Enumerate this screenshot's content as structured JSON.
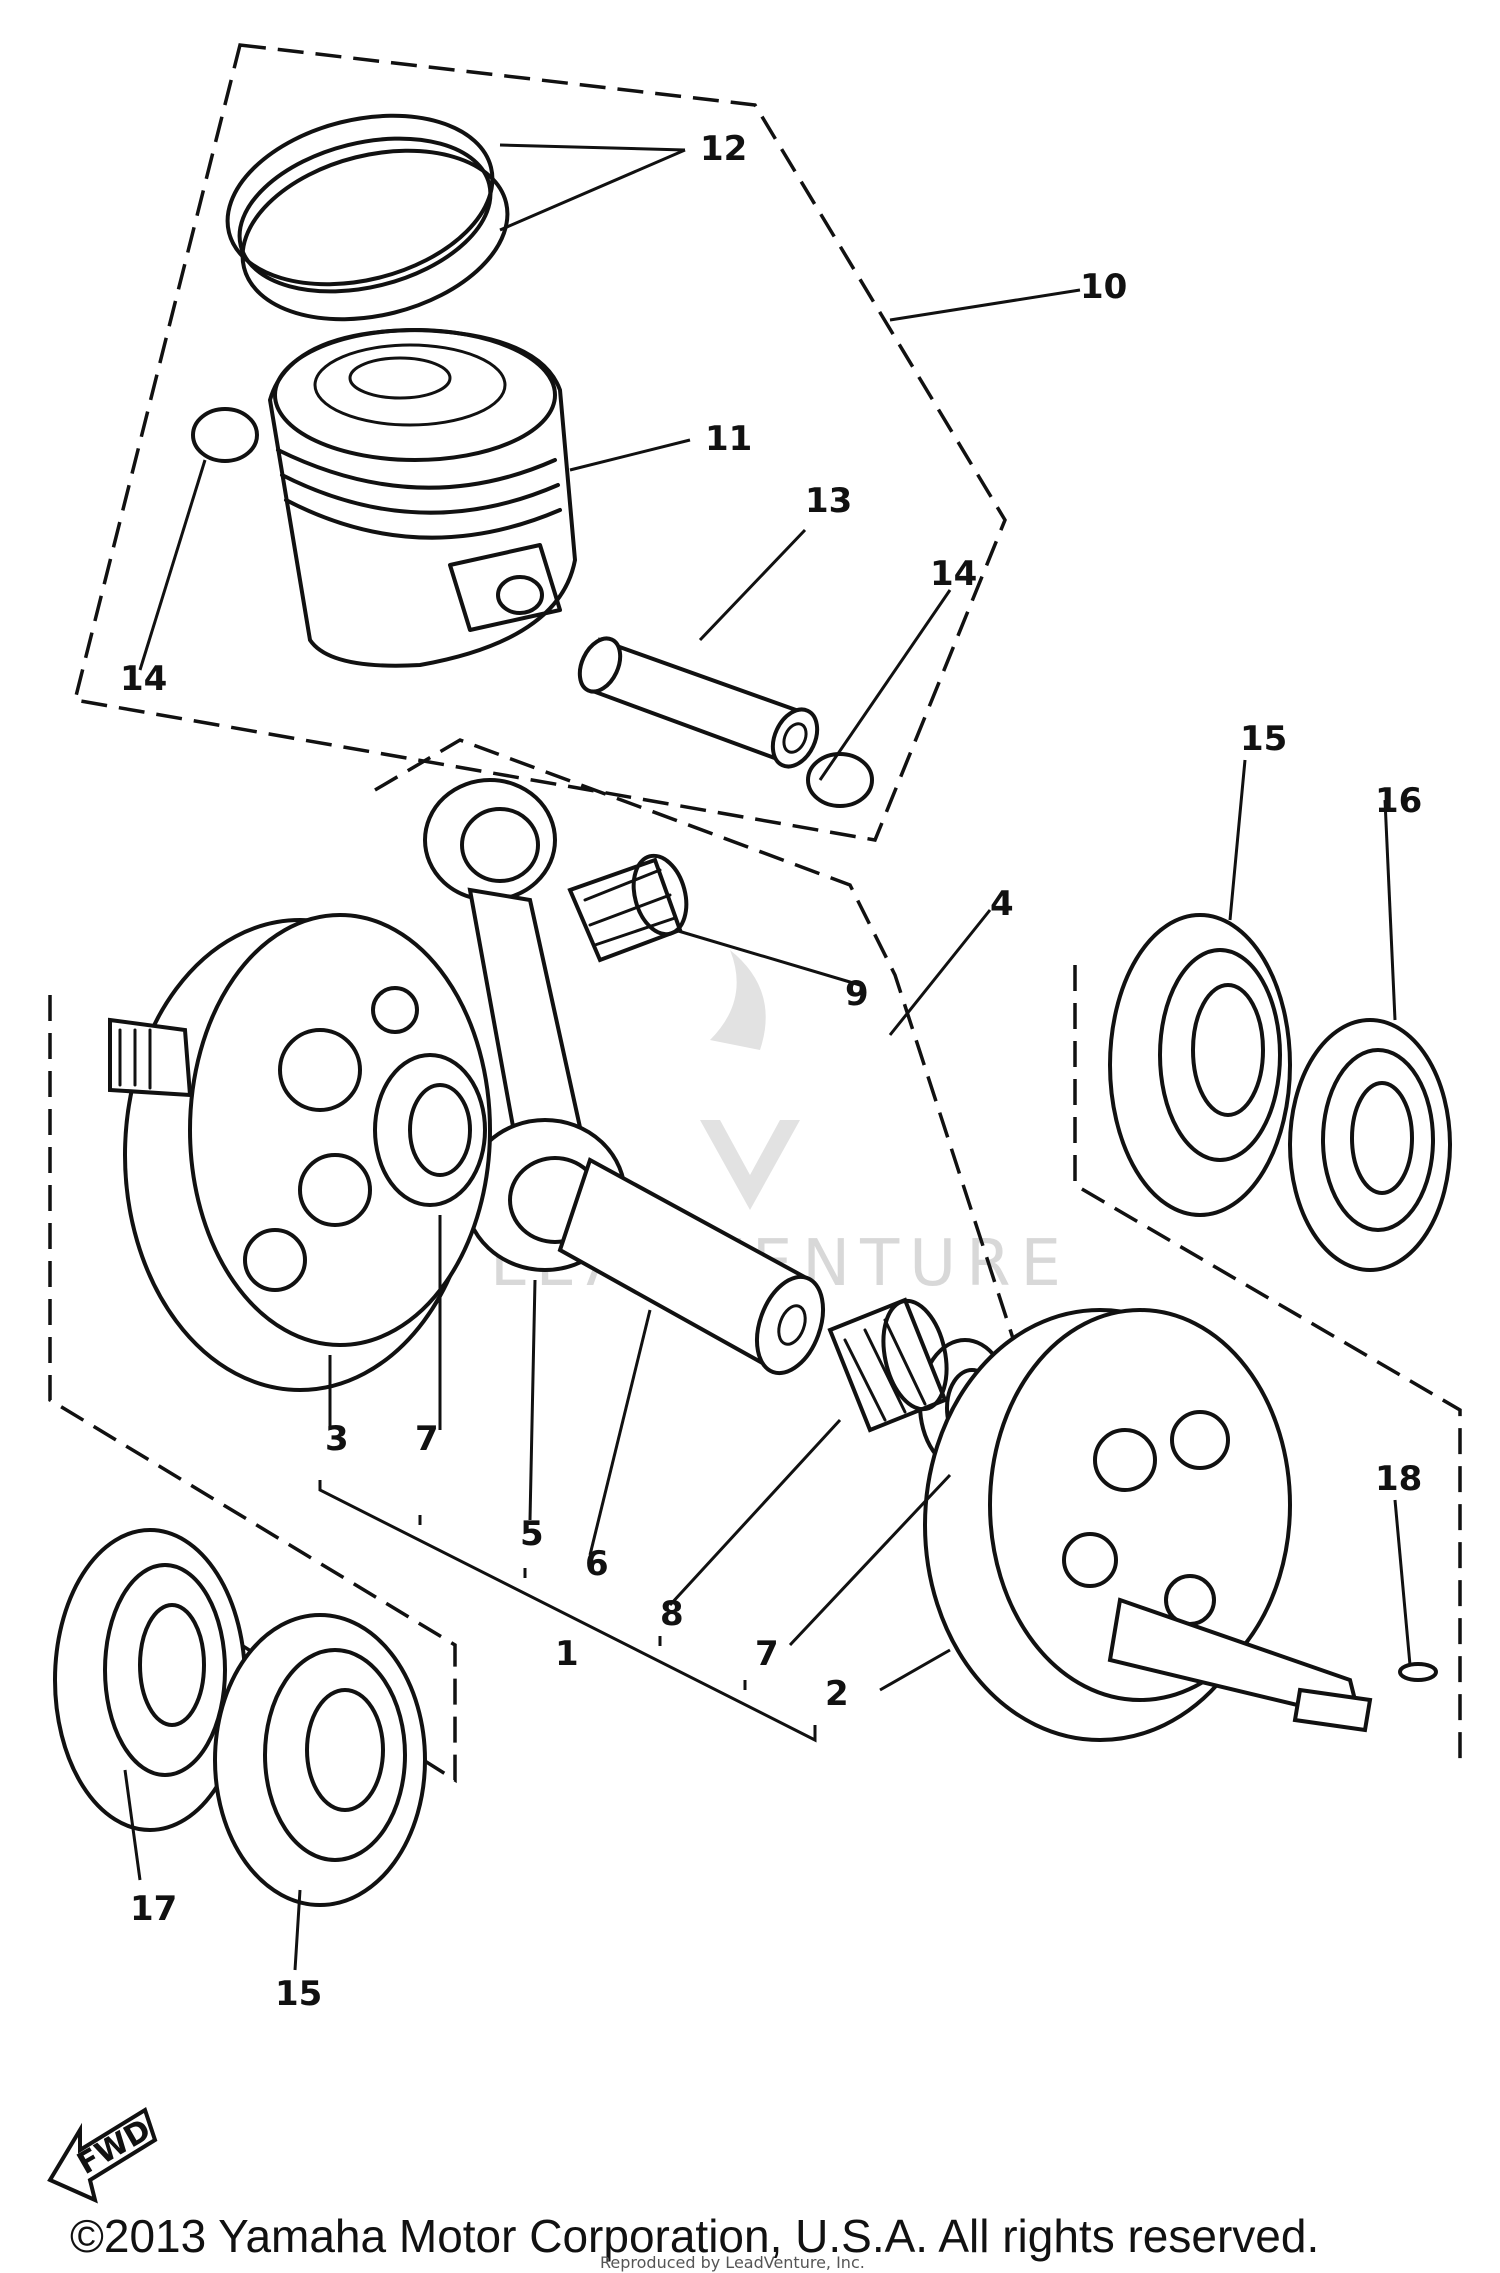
{
  "diagram": {
    "callouts": [
      {
        "id": "c1",
        "text": "1"
      },
      {
        "id": "c2",
        "text": "2"
      },
      {
        "id": "c3",
        "text": "3"
      },
      {
        "id": "c4",
        "text": "4"
      },
      {
        "id": "c5",
        "text": "5"
      },
      {
        "id": "c6",
        "text": "6"
      },
      {
        "id": "c7a",
        "text": "7"
      },
      {
        "id": "c7b",
        "text": "7"
      },
      {
        "id": "c8",
        "text": "8"
      },
      {
        "id": "c9",
        "text": "9"
      },
      {
        "id": "c10",
        "text": "10"
      },
      {
        "id": "c11",
        "text": "11"
      },
      {
        "id": "c12",
        "text": "12"
      },
      {
        "id": "c13",
        "text": "13"
      },
      {
        "id": "c14a",
        "text": "14"
      },
      {
        "id": "c14b",
        "text": "14"
      },
      {
        "id": "c15a",
        "text": "15"
      },
      {
        "id": "c15b",
        "text": "15"
      },
      {
        "id": "c16",
        "text": "16"
      },
      {
        "id": "c17",
        "text": "17"
      },
      {
        "id": "c18",
        "text": "18"
      }
    ],
    "fwd_label": "FWD",
    "watermark": "LEADVENTURE",
    "copyright": "©2013 Yamaha Motor Corporation, U.S.A. All rights reserved.",
    "fine_print": "Reproduced by LeadVenture, Inc."
  },
  "colors": {
    "ink": "#111111",
    "watermark": "#d8d8d8",
    "background": "#ffffff"
  }
}
